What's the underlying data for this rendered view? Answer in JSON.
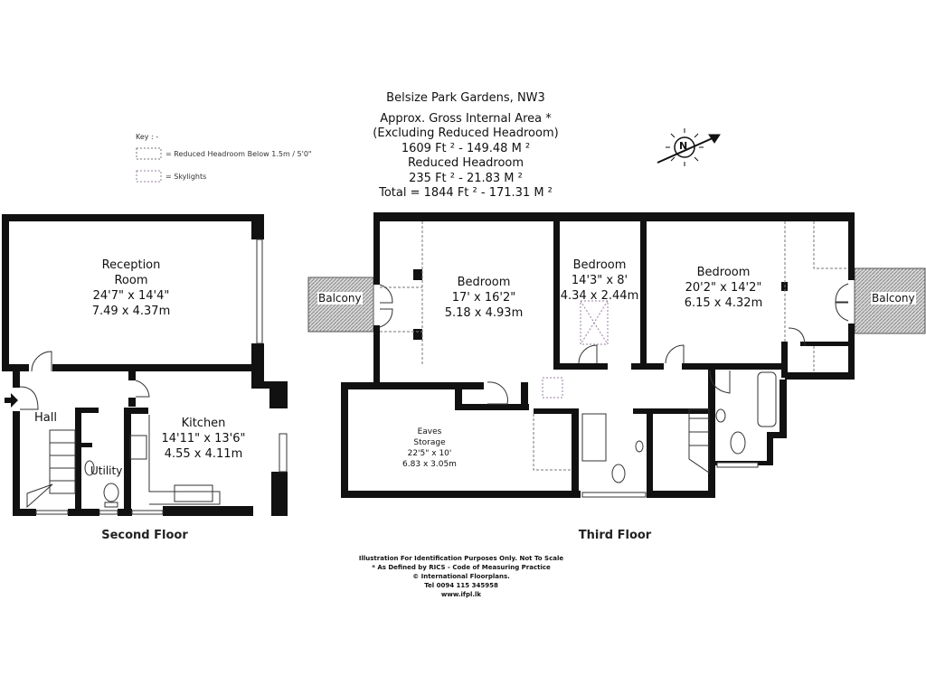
{
  "header": {
    "address": "Belsize Park Gardens, NW3",
    "area_title": "Approx. Gross Internal Area *",
    "area_subtitle": "(Excluding Reduced Headroom)",
    "area_main": "1609 Ft ² - 149.48 M ²",
    "reduced_title": "Reduced Headroom",
    "reduced_value": "235 Ft ² - 21.83 M ²",
    "total": "Total = 1844 Ft ² - 171.31 M ²"
  },
  "key": {
    "title": "Key : -",
    "reduced_headroom": "= Reduced Headroom Below 1.5m / 5'0\"",
    "skylights": "= Skylights"
  },
  "compass": {
    "label": "N"
  },
  "second_floor": {
    "title": "Second Floor",
    "reception": {
      "name1": "Reception",
      "name2": "Room",
      "imperial": "24'7\" x 14'4\"",
      "metric": "7.49 x 4.37m"
    },
    "hall": {
      "name": "Hall"
    },
    "utility": {
      "name": "Utility"
    },
    "kitchen": {
      "name": "Kitchen",
      "imperial": "14'11\" x 13'6\"",
      "metric": "4.55 x 4.11m"
    }
  },
  "third_floor": {
    "title": "Third Floor",
    "balcony_left": "Balcony",
    "balcony_right": "Balcony",
    "bedroom1": {
      "name": "Bedroom",
      "imperial": "17' x 16'2\"",
      "metric": "5.18 x 4.93m"
    },
    "bedroom2": {
      "name": "Bedroom",
      "imperial": "14'3\" x 8'",
      "metric": "4.34 x 2.44m"
    },
    "bedroom3": {
      "name": "Bedroom",
      "imperial": "20'2\" x 14'2\"",
      "metric": "6.15 x 4.32m"
    },
    "eaves": {
      "name1": "Eaves",
      "name2": "Storage",
      "imperial": "22'5\" x 10'",
      "metric": "6.83 x 3.05m"
    }
  },
  "footer": {
    "line1": "Illustration For Identification Purposes Only. Not To Scale",
    "line2": "* As Defined by RICS - Code of Measuring Practice",
    "line3": "© International Floorplans.",
    "line4": "Tel 0094 115 345958",
    "line5": "www.ifpl.lk"
  }
}
